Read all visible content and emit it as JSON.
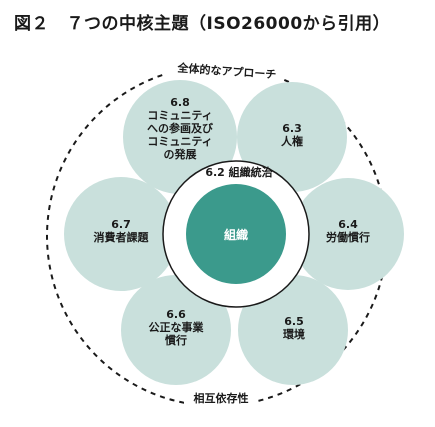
{
  "title": "図２　７つの中核主題（ISO26000から引用）",
  "outer_top_label": "全体的なアプローチ",
  "outer_bottom_label": "相互依存性",
  "ring_label": "6.2 組織統治",
  "core_label": "組織",
  "subjects": [
    {
      "id": "s68",
      "lines": [
        "6.8",
        "コミュニティ",
        "への参画及び",
        "コミュニティ",
        "の発展"
      ]
    },
    {
      "id": "s63",
      "lines": [
        "6.3",
        "人権"
      ]
    },
    {
      "id": "s64",
      "lines": [
        "6.4",
        "労働慣行"
      ]
    },
    {
      "id": "s65",
      "lines": [
        "6.5",
        "環境"
      ]
    },
    {
      "id": "s66",
      "lines": [
        "6.6",
        "公正な事業",
        "慣行"
      ]
    },
    {
      "id": "s67",
      "lines": [
        "6.7",
        "消費者課題"
      ]
    }
  ],
  "colors": {
    "petal": "#c9e0dc",
    "core": "#3b9a8c",
    "stroke": "#1a1a1a",
    "ring_fill": "#ffffff"
  }
}
